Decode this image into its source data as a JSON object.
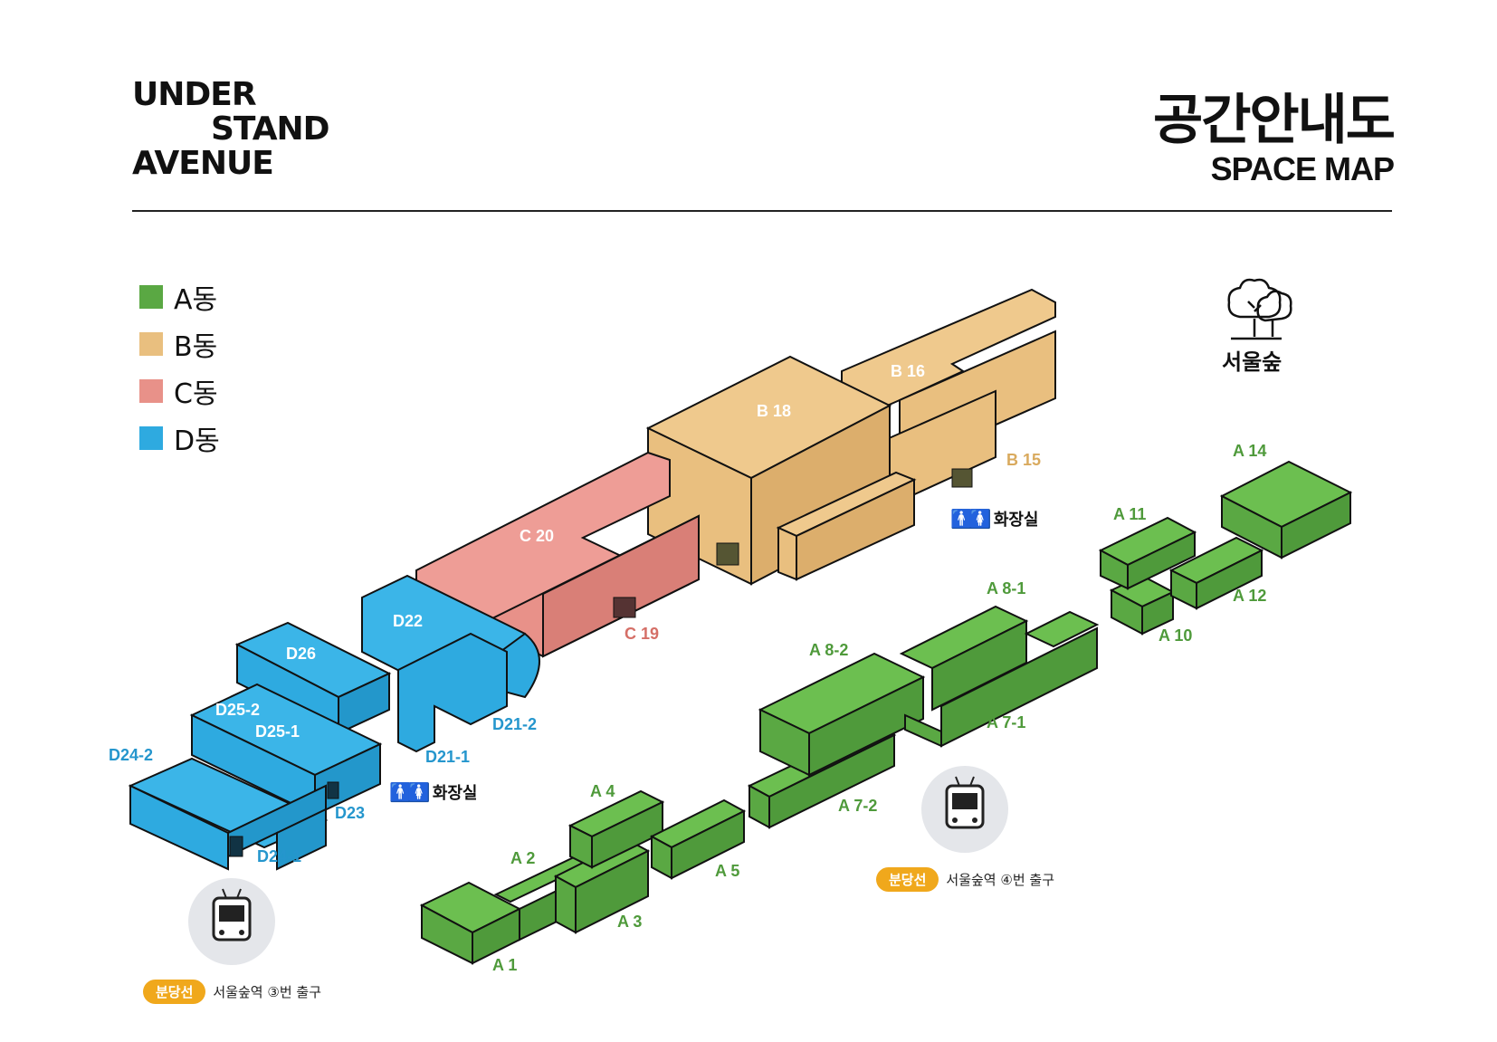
{
  "header": {
    "logo_lines": [
      "UNDER",
      "STAND",
      "AVENUE"
    ],
    "title_ko": "공간안내도",
    "title_en": "SPACE MAP"
  },
  "legend": [
    {
      "label": "A동",
      "color": "#5aa843"
    },
    {
      "label": "B동",
      "color": "#e9bf7f"
    },
    {
      "label": "C동",
      "color": "#e89189"
    },
    {
      "label": "D동",
      "color": "#2eaae0"
    }
  ],
  "forest": {
    "label": "서울숲",
    "icon": "tree-icon"
  },
  "restrooms": [
    {
      "label": "화장실",
      "icon": "restroom-icon"
    },
    {
      "label": "화장실",
      "icon": "restroom-icon"
    }
  ],
  "bus_stops": [
    {
      "line": "분당선",
      "exit": "서울숲역 ③번 출구",
      "icon": "bus-icon"
    },
    {
      "line": "분당선",
      "exit": "서울숲역 ④번 출구",
      "icon": "bus-icon"
    }
  ],
  "buildings": {
    "A": [
      "A 1",
      "A 2",
      "A 3",
      "A 4",
      "A 5",
      "A 7-1",
      "A 7-2",
      "A 8-1",
      "A 8-2",
      "A 10",
      "A 11",
      "A 12",
      "A 14"
    ],
    "B": [
      "B 15",
      "B 16",
      "B 18"
    ],
    "C": [
      "C 19",
      "C 20"
    ],
    "D": [
      "D21-1",
      "D21-2",
      "D22",
      "D23",
      "D24-1",
      "D24-2",
      "D25-1",
      "D25-2",
      "D26"
    ]
  },
  "colors": {
    "A_top": "#6cbf50",
    "A_side": "#5aa843",
    "A_front": "#4f9a3b",
    "B_top": "#efc98d",
    "B_side": "#e9bf7f",
    "B_front": "#dcae6c",
    "C_top": "#ee9d96",
    "C_side": "#e89189",
    "C_front": "#d97f77",
    "D_top": "#3bb5e8",
    "D_side": "#2eaae0",
    "D_front": "#2397cb",
    "A_label": "#4f9a3b",
    "B_label": "#d9aa5e",
    "C_label": "#d56f67",
    "D_label": "#2596cd",
    "badge": "#f0a81c"
  }
}
